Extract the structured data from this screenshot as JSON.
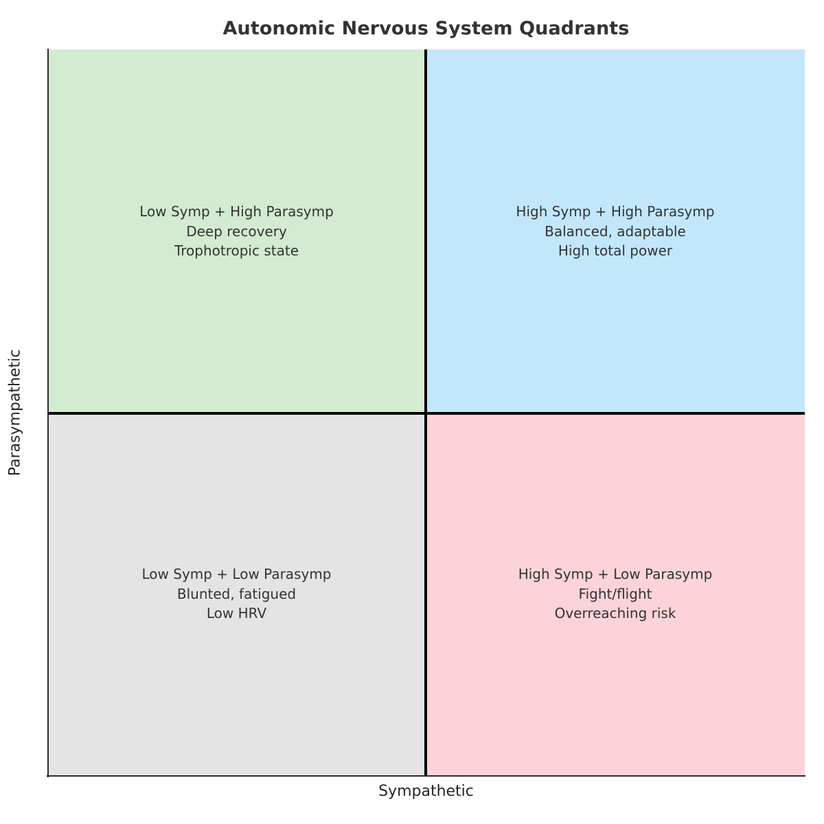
{
  "chart_data": {
    "type": "table",
    "title": "Autonomic Nervous System Quadrants",
    "xlabel": "Sympathetic",
    "ylabel": "Parasympathetic",
    "xlim": [
      0,
      1
    ],
    "ylim": [
      0,
      1
    ],
    "grid": false,
    "legend": null,
    "divider_x": 0.5,
    "divider_y": 0.5,
    "quadrants": [
      {
        "id": "top-left",
        "position": "upper-left",
        "x_range": [
          0,
          0.5
        ],
        "y_range": [
          0.5,
          1
        ],
        "fill": "#d3ebd1",
        "lines": [
          "Low Symp + High Parasymp",
          "Deep recovery",
          "Trophotropic state"
        ],
        "text": "Low Symp + High Parasymp\nDeep recovery\nTrophotropic state"
      },
      {
        "id": "top-right",
        "position": "upper-right",
        "x_range": [
          0.5,
          1
        ],
        "y_range": [
          0.5,
          1
        ],
        "fill": "#c2e7fb",
        "lines": [
          "High Symp + High Parasymp",
          "Balanced, adaptable",
          "High total power"
        ],
        "text": "High Symp + High Parasymp\nBalanced, adaptable\nHigh total power"
      },
      {
        "id": "bottom-left",
        "position": "lower-left",
        "x_range": [
          0,
          0.5
        ],
        "y_range": [
          0,
          0.5
        ],
        "fill": "#e4e4e4",
        "lines": [
          "Low Symp + Low Parasymp",
          "Blunted, fatigued",
          "Low HRV"
        ],
        "text": "Low Symp + Low Parasymp\nBlunted, fatigued\nLow HRV"
      },
      {
        "id": "bottom-right",
        "position": "lower-right",
        "x_range": [
          0.5,
          1
        ],
        "y_range": [
          0,
          0.5
        ],
        "fill": "#fdd3da",
        "lines": [
          "High Symp + Low Parasymp",
          "Fight/flight",
          "Overreaching risk"
        ],
        "text": "High Symp + Low Parasymp\nFight/flight\nOverreaching risk"
      }
    ]
  },
  "colors": {
    "title_text": "#333333",
    "quadrant_text": "#333333",
    "axis_label_text": "#262626",
    "divider_line": "#000000",
    "spine": "#2b2b2b",
    "background": "#ffffff",
    "green_fill": "#d3ebd1",
    "blue_fill": "#c2e7fb",
    "gray_fill": "#e4e4e4",
    "pink_fill": "#fdd3da"
  }
}
